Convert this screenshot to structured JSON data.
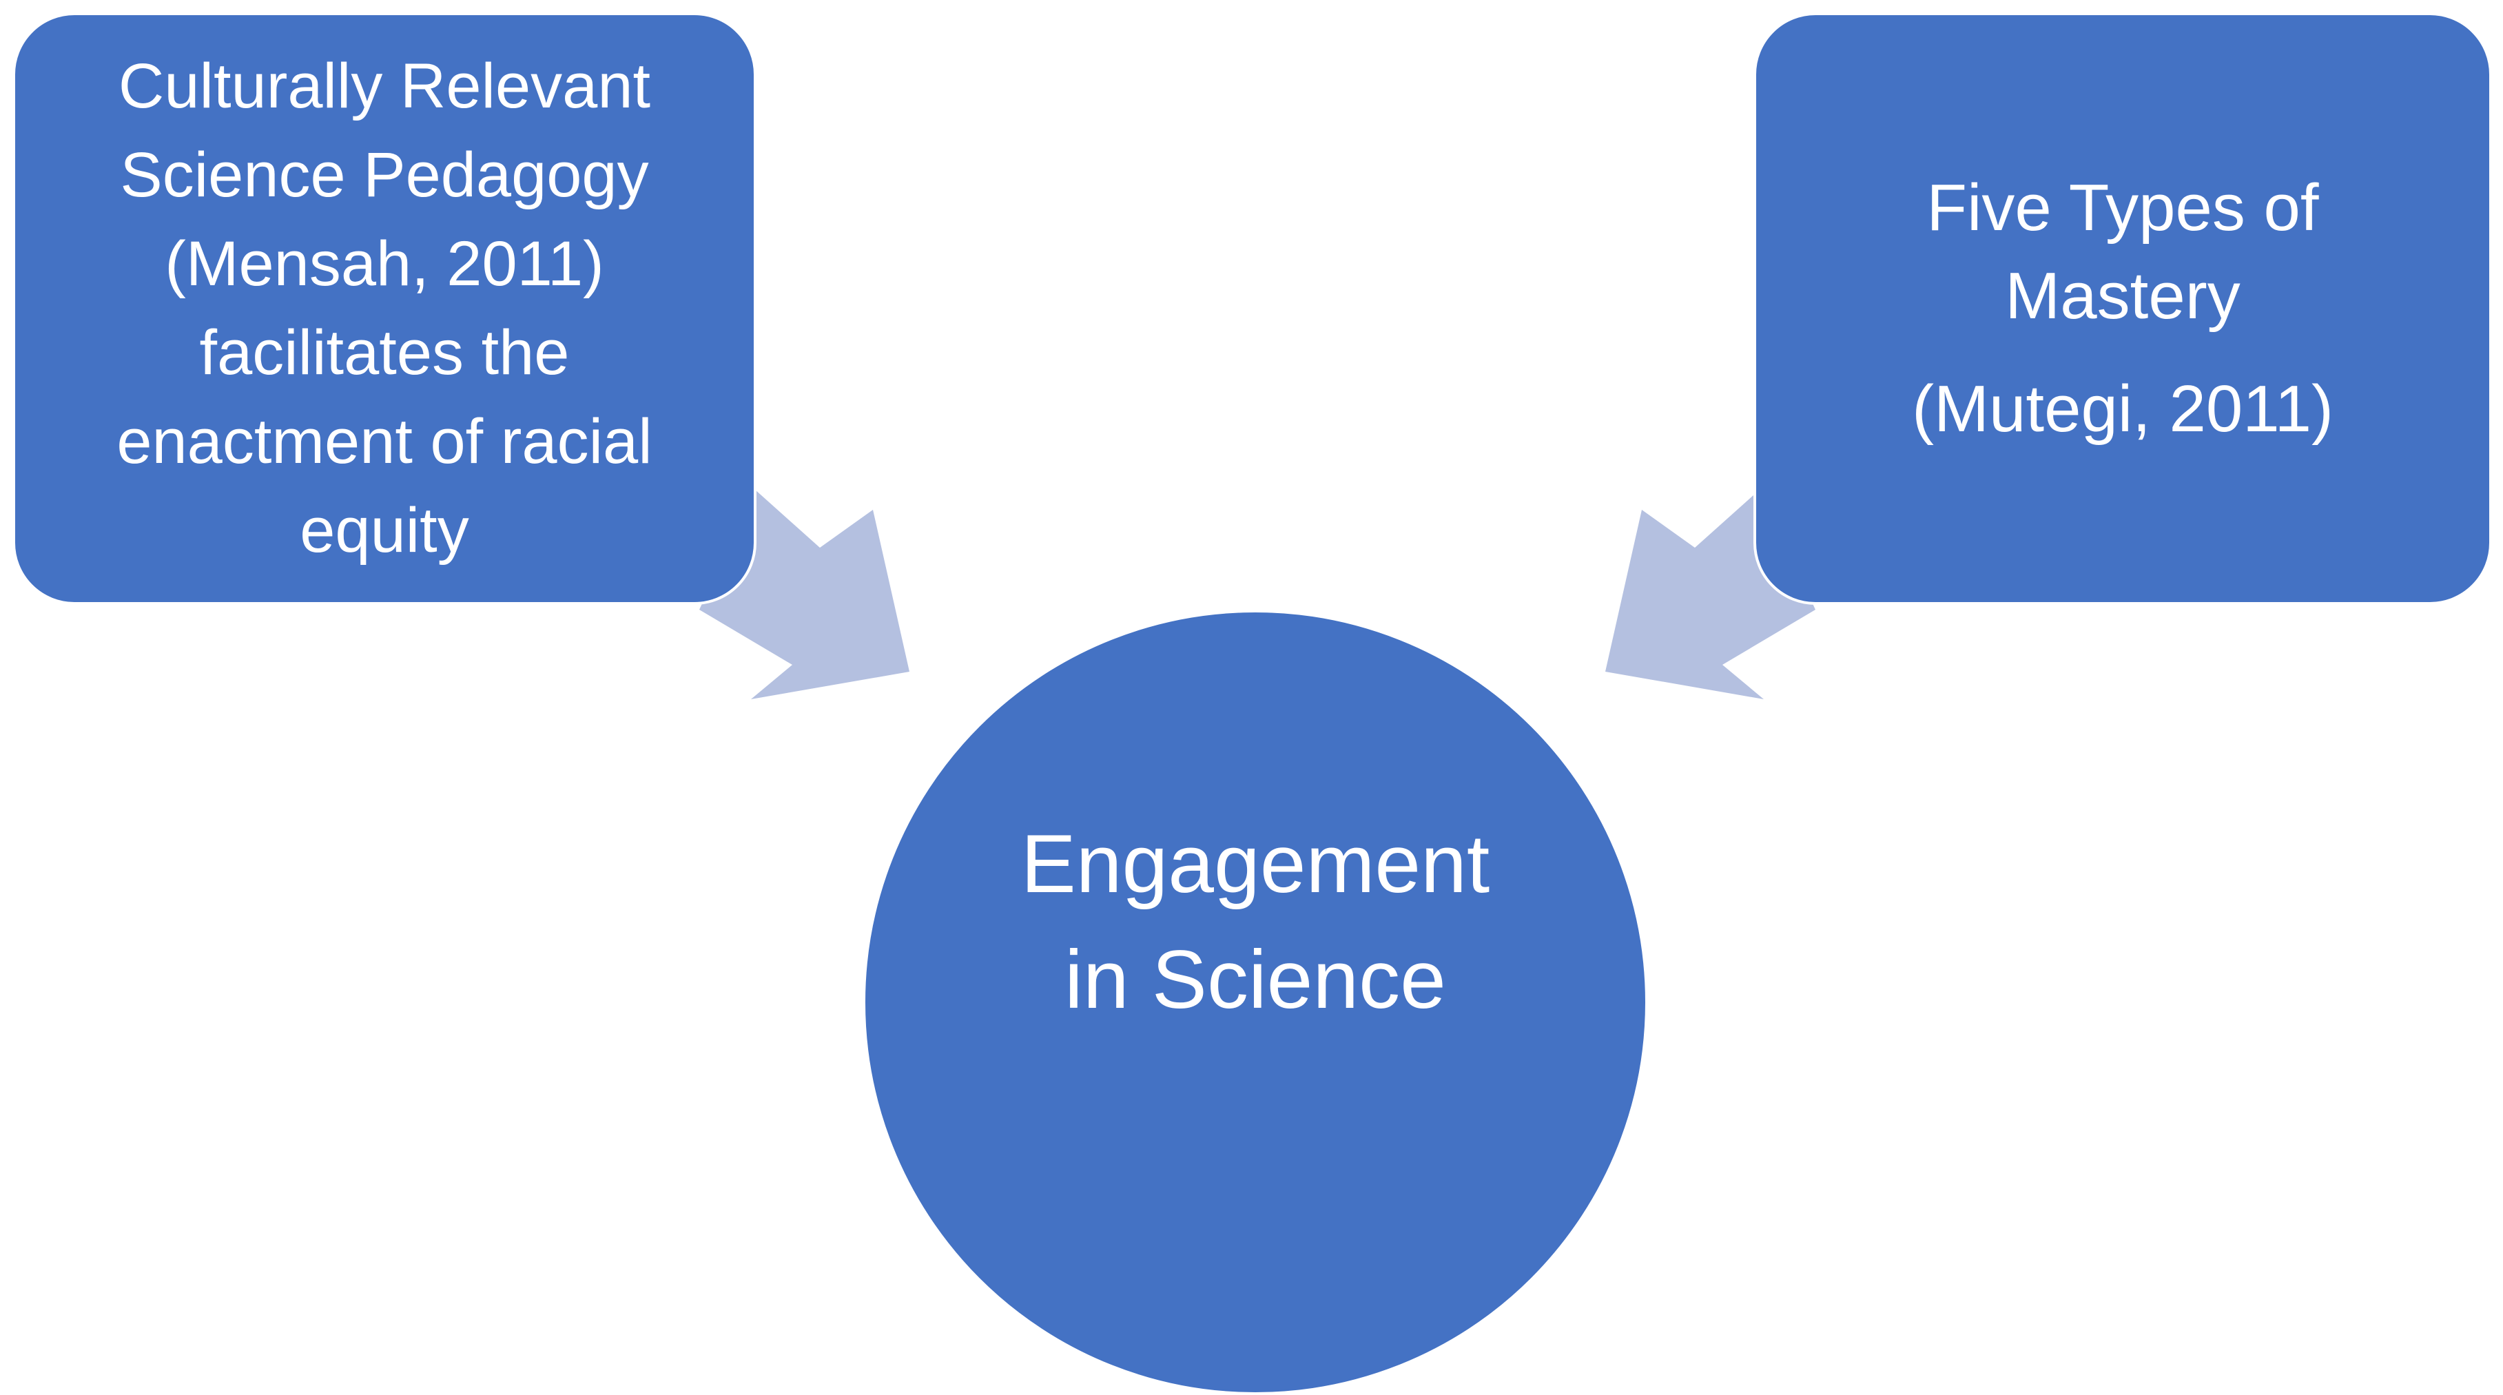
{
  "diagram": {
    "left_box": {
      "lines": [
        "Culturally Relevant",
        "Science Pedagogy",
        "(Mensah, 2011)",
        "facilitates the",
        "enactment of racial",
        "equity"
      ]
    },
    "right_box": {
      "lines": [
        "Five Types of",
        "Mastery"
      ],
      "citation": "(Mutegi, 2011)"
    },
    "center": {
      "lines": [
        "Engagement",
        "in Science"
      ]
    },
    "colors": {
      "shape_fill": "#4472c4",
      "arrow_fill": "#b4c0e0",
      "text": "#ffffff",
      "background": "#ffffff"
    },
    "connectors": [
      {
        "from": "left_box",
        "to": "center"
      },
      {
        "from": "right_box",
        "to": "center"
      }
    ]
  }
}
